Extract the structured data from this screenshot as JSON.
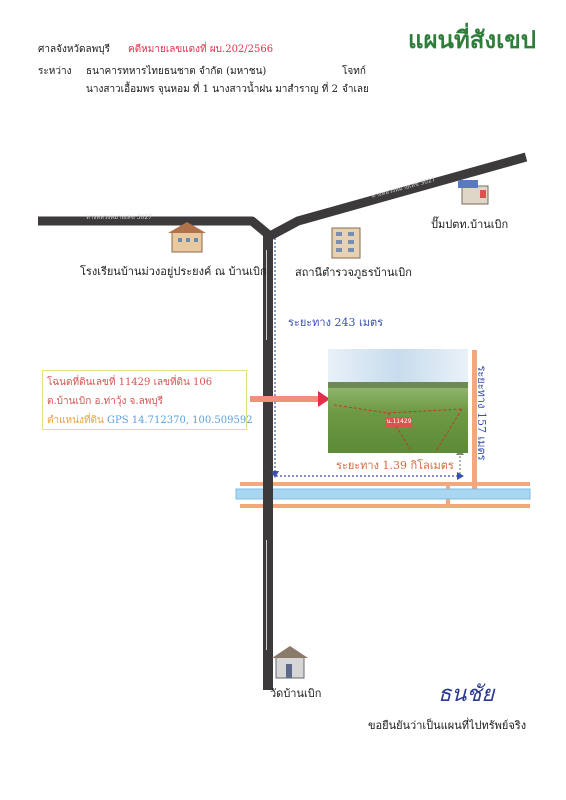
{
  "title": "แผนที่สังเขป",
  "header": {
    "court_label": "ศาลจังหวัดลพบุรี",
    "case_number": "คดีหมายเลขแดงที่ ผบ.202/2566",
    "between_label": "ระหว่าง",
    "plaintiff": "ธนาคารทหารไทยธนชาต จำกัด (มหาชน)",
    "plaintiff_role": "โจทก์",
    "defendants": "นางสาวเอื้อมพร จุนหอม ที่ 1 นางสาวน้ำฝน มาสำราญ ที่ 2",
    "defendant_role": "จำเลย"
  },
  "places": {
    "school": "โรงเรียนบ้านม่วงอยู่ประยงค์ ณ บ้านเบิก",
    "police": "สถานีตำรวจภูธรบ้านเบิก",
    "gas_station": "ปั๊มปตท.บ้านเบิก",
    "temple": "วัดบ้านเบิก"
  },
  "distances": {
    "d1": "ระยะทาง 243 เมตร",
    "d2": "ระยะทาง 1.39 กิโลเมตร",
    "d3": "ระยะทาง 157 เมตร"
  },
  "land_info": {
    "line1": "โฉนดที่ดินเลขที่  11429   เลขที่ดิน  106",
    "line2": "ต.บ้านเบิก  อ.ท่าวุ้ง  จ.ลพบุรี",
    "line3_prefix": "ตำแหน่งที่ดิน",
    "gps": "GPS 14.712370, 100.509592"
  },
  "photo_tag": "น.11429",
  "road_labels": {
    "left": "ทางหลวงหมายเลข 3027",
    "right": "ทางหลวงหมายเลข 3027"
  },
  "signature": "ธนชัย",
  "certify": "ขอยืนยันว่าเป็นแผนที่ไปทรัพย์จริง",
  "colors": {
    "title": "#2f7d3a",
    "road": "#3d3a3c",
    "canal": "#a9d7f2",
    "path": "#f2a77c",
    "blue_text": "#3a4fb0",
    "red_text": "#e0304a"
  }
}
